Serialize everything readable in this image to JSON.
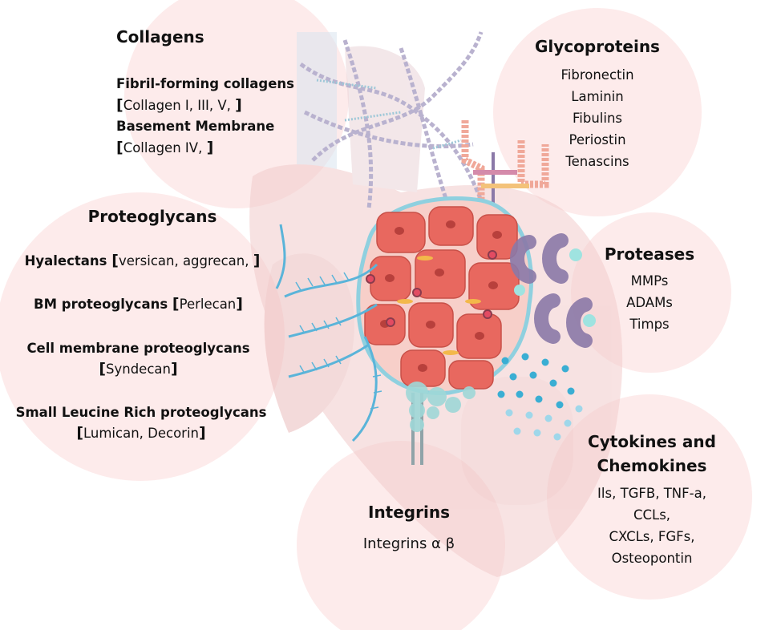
{
  "colors": {
    "circle_fill": "#fde8e8",
    "heart_fill": "#f4d3d3",
    "cell_fill": "#e8685f",
    "tissue_outline": "#8fd0df",
    "protease": "#8b79a8",
    "dots": "#3aaed3"
  },
  "collagens": {
    "title": "Collagens",
    "group1_bold": "Fibril-forming collagens",
    "group1_open": "[",
    "group1_items": "Collagen I, III, V, ",
    "group1_close": "]",
    "group2_bold": "Basement Membrane",
    "group2_open": "[",
    "group2_items": "Collagen IV, ",
    "group2_close": "]"
  },
  "glycoproteins": {
    "title": "Glycoproteins",
    "items": [
      "Fibronectin",
      "Laminin",
      "Fibulins",
      "Periostin",
      "Tenascins"
    ]
  },
  "proteoglycans": {
    "title": "Proteoglycans",
    "hyalectans_bold": "Hyalectans ",
    "hyalectans_open": "[",
    "hyalectans_items": "versican, aggrecan, ",
    "hyalectans_close": "]",
    "bm_bold": "BM proteoglycans ",
    "bm_open": "[",
    "bm_items": "Perlecan",
    "bm_close": "]",
    "cell_bold": "Cell membrane proteoglycans",
    "cell_open": "[",
    "cell_items": "Syndecan",
    "cell_close": "]",
    "slr_bold": "Small Leucine Rich proteoglycans",
    "slr_open": "[",
    "slr_items": "Lumican, Decorin",
    "slr_close": "]"
  },
  "proteases": {
    "title": "Proteases",
    "items": [
      "MMPs",
      "ADAMs",
      "Timps"
    ]
  },
  "cytokines": {
    "title_line1": "Cytokines and",
    "title_line2": "Chemokines",
    "items": [
      "Ils, TGFB, TNF-a,",
      "CCLs,",
      "CXCLs, FGFs,",
      "Osteopontin"
    ]
  },
  "integrins": {
    "title": "Integrins",
    "item": "Integrins α β"
  }
}
